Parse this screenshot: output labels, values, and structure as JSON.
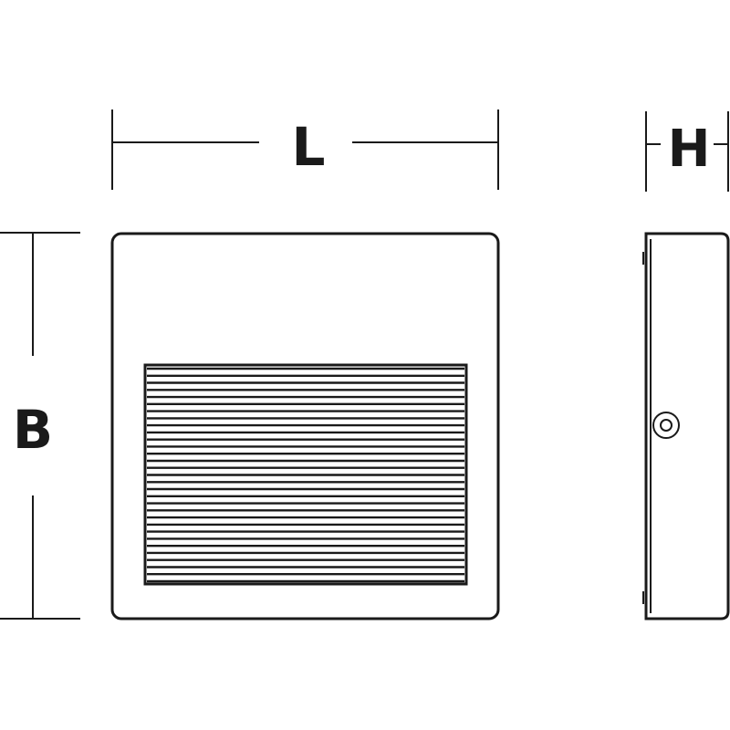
{
  "dimensions": {
    "length_label": "L",
    "height_label": "H",
    "breadth_label": "B"
  },
  "grille": {
    "slat_count": 31
  },
  "colors": {
    "stroke": "#1a1a1a",
    "background": "#ffffff"
  }
}
